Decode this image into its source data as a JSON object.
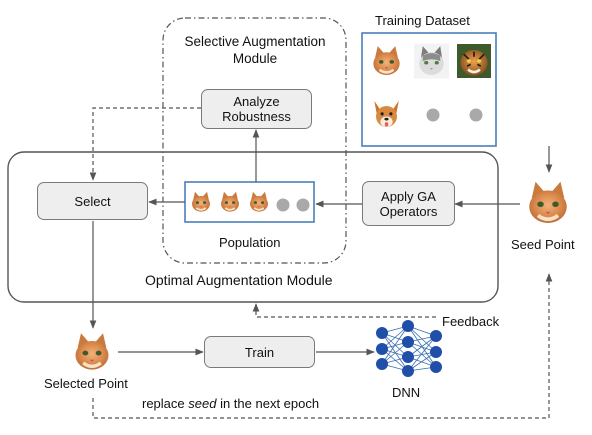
{
  "diagram": {
    "training_dataset": {
      "title": "Training Dataset",
      "images": [
        "cat-image",
        "white-cat-image",
        "tiger-image",
        "dog-image",
        "placeholder-dot",
        "placeholder-dot"
      ]
    },
    "selective_module": {
      "title": "Selective Augmentation Module",
      "analyze_box": "Analyze Robustness",
      "population_label": "Population"
    },
    "optimal_module": {
      "title": "Optimal Augmentation Module",
      "select_box": "Select",
      "ga_box": "Apply GA Operators"
    },
    "seed_point_label": "Seed Point",
    "selected_point_label": "Selected Point",
    "train_box": "Train",
    "dnn_label": "DNN",
    "feedback_label": "Feedback",
    "replace_prefix": "replace ",
    "replace_emph": "seed",
    "replace_suffix": " in the next epoch"
  }
}
